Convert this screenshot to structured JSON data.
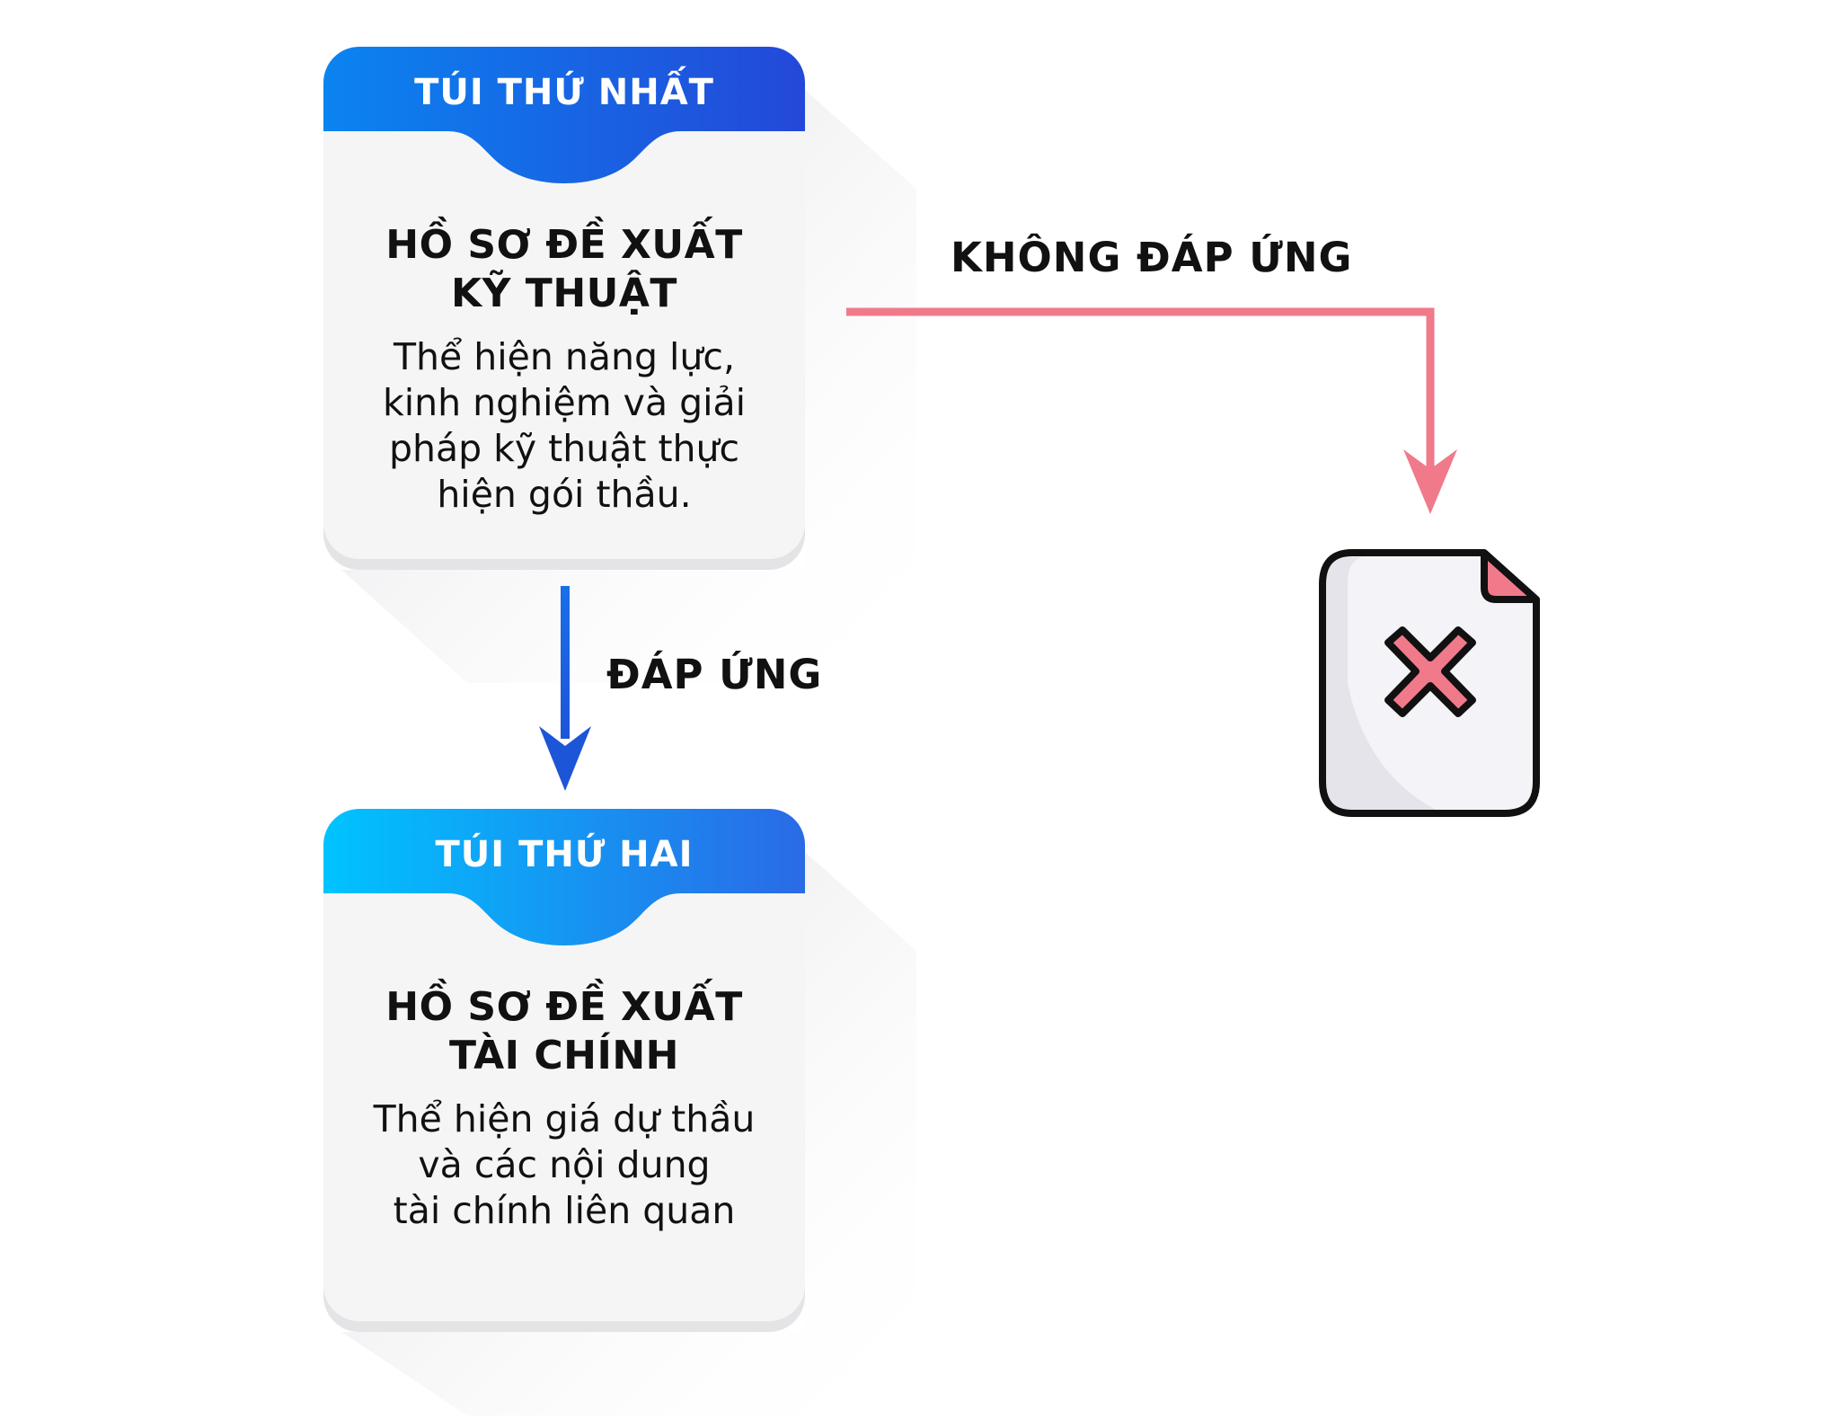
{
  "cards": [
    {
      "header": "TÚI THỨ NHẤT",
      "title_lines": [
        "HỒ SƠ ĐỀ XUẤT",
        "KỸ THUẬT"
      ],
      "desc_lines": [
        "Thể hiện năng lực,",
        "kinh nghiệm và giải",
        "pháp kỹ thuật thực",
        "hiện gói thầu."
      ]
    },
    {
      "header": "TÚI THỨ HAI",
      "title_lines": [
        "HỒ SƠ ĐỀ XUẤT",
        "TÀI CHÍNH"
      ],
      "desc_lines": [
        "Thể hiện giá dự thầu",
        "và các nội dung",
        "tài chính liên quan"
      ]
    }
  ],
  "edges": {
    "pass_label": "ĐÁP ỨNG",
    "fail_label": "KHÔNG ĐÁP ỨNG"
  },
  "icons": {
    "rejected": "rejected-document-icon"
  },
  "colors": {
    "header1_start": "#0a84f0",
    "header1_end": "#2448d8",
    "header2_start": "#00c3ff",
    "header2_end": "#2a6ae6",
    "card_bg": "#f5f5f6",
    "pass_arrow": "#1d63e0",
    "fail_arrow": "#f07a8a",
    "reject_cross": "#f07a8a"
  }
}
